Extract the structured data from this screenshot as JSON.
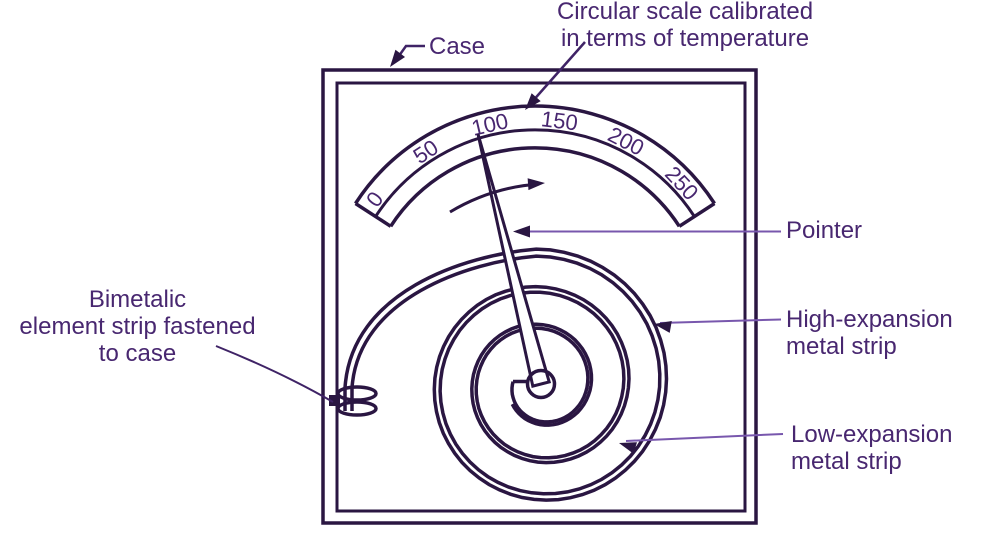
{
  "diagram": {
    "type": "bimetallic-thermometer",
    "scale": {
      "tick_labels": [
        "0",
        "50",
        "100",
        "150",
        "200",
        "250"
      ],
      "pointer_indicates": "100"
    },
    "annotations": {
      "scale_note_line1": "Circular scale calibrated",
      "scale_note_line2": "in terms of temperature",
      "case": "Case",
      "pointer": "Pointer",
      "high_expansion_line1": "High-expansion",
      "high_expansion_line2": "metal strip",
      "low_expansion_line1": "Low-expansion",
      "low_expansion_line2": "metal strip",
      "bimetallic_line1": "Bimetalic",
      "bimetallic_line2": "element strip fastened",
      "bimetallic_line3": "to case"
    },
    "colors": {
      "line": "#2a1642",
      "text": "#482770",
      "leader_light": "#7857ad",
      "leader_dark": "#3f2366"
    }
  }
}
